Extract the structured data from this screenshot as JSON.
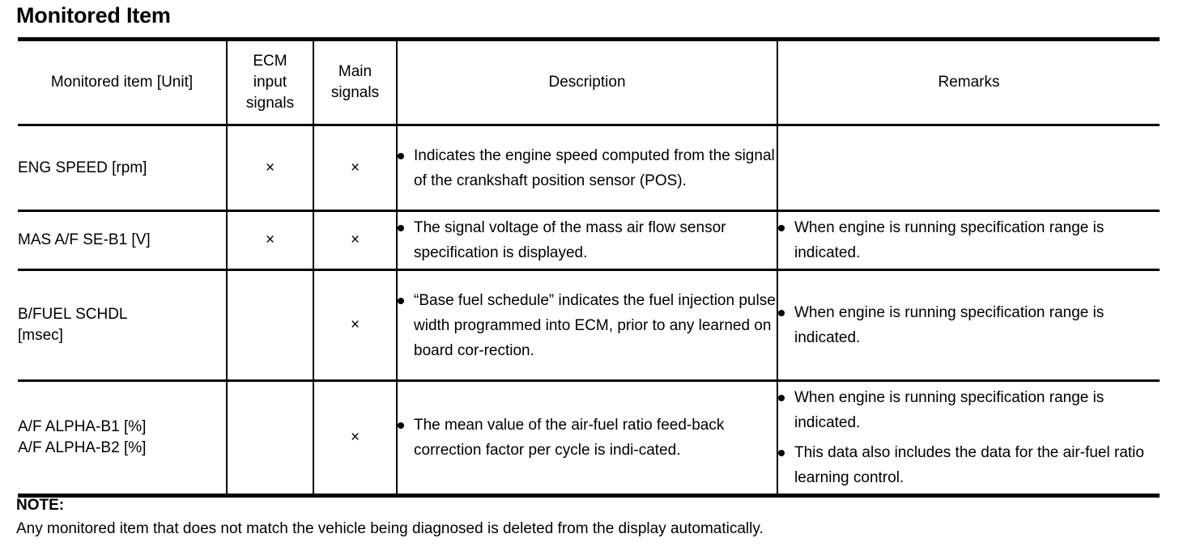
{
  "page_title": "Monitored Item",
  "table": {
    "headers": {
      "monitored_item": "Monitored item [Unit]",
      "ecm_input_signals_line1": "ECM",
      "ecm_input_signals_line2": "input",
      "ecm_input_signals_line3": "signals",
      "main_signals_line1": "Main",
      "main_signals_line2": "signals",
      "description": "Description",
      "remarks": "Remarks"
    },
    "mark_symbol": "×",
    "rows": [
      {
        "item_line1": "ENG SPEED [rpm]",
        "item_line2": "",
        "ecm_input": "×",
        "main_signal": "×",
        "description_bullets": [
          "Indicates the engine speed computed from the signal of the crankshaft position sensor (POS)."
        ],
        "remarks_bullets": []
      },
      {
        "item_line1": "MAS A/F SE-B1 [V]",
        "item_line2": "",
        "ecm_input": "×",
        "main_signal": "×",
        "description_bullets": [
          "The signal voltage of the mass air flow sensor specification is displayed."
        ],
        "remarks_bullets": [
          "When engine is running specification range is indicated."
        ]
      },
      {
        "item_line1": "B/FUEL SCHDL",
        "item_line2": "[msec]",
        "ecm_input": "",
        "main_signal": "×",
        "description_bullets": [
          "“Base fuel schedule” indicates the fuel injection pulse width programmed into ECM, prior to any learned on board cor-rection."
        ],
        "remarks_bullets": [
          "When engine is running specification range is indicated."
        ]
      },
      {
        "item_line1": "A/F ALPHA-B1 [%]",
        "item_line2": "A/F ALPHA-B2 [%]",
        "ecm_input": "",
        "main_signal": "×",
        "description_bullets": [
          "The mean value of the air-fuel ratio feed-back correction factor per cycle is indi-cated."
        ],
        "remarks_bullets": [
          "When engine is running specification range is indicated.",
          "This data also includes the data for the air-fuel ratio learning control."
        ]
      }
    ]
  },
  "note": {
    "label": "NOTE:",
    "text": "Any monitored item that does not match the vehicle being diagnosed is deleted from the display automatically."
  }
}
